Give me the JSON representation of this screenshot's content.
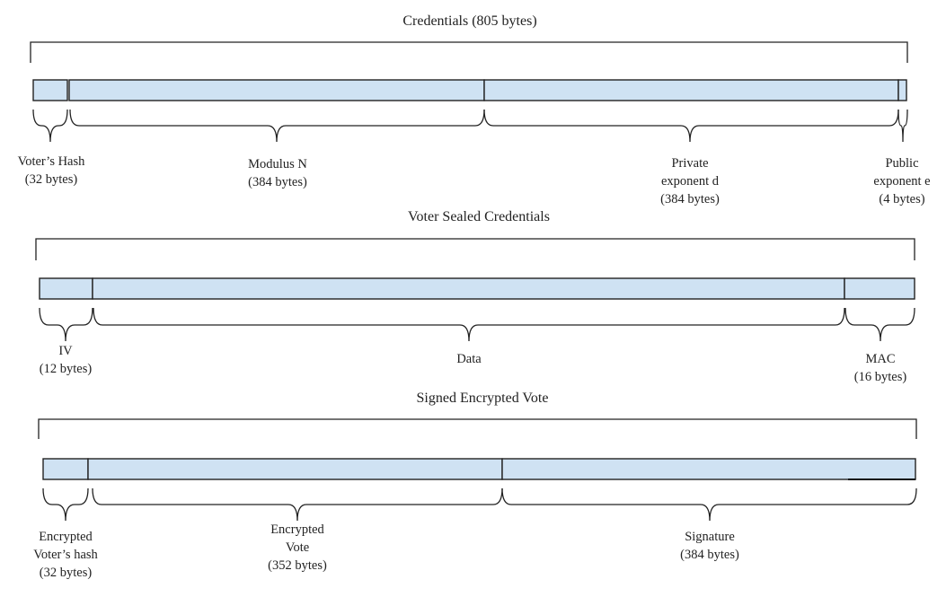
{
  "diagrams": [
    {
      "title": "Credentials (805 bytes)",
      "fields": [
        {
          "lines": [
            "Voter’s Hash",
            "(32 bytes)"
          ]
        },
        {
          "lines": [
            "Modulus N",
            "(384 bytes)"
          ]
        },
        {
          "lines": [
            "Private",
            "exponent d",
            "(384 bytes)"
          ]
        },
        {
          "lines": [
            "Public",
            "exponent e",
            "(4 bytes)"
          ]
        }
      ]
    },
    {
      "title": "Voter Sealed Credentials",
      "fields": [
        {
          "lines": [
            "IV",
            "(12 bytes)"
          ]
        },
        {
          "lines": [
            "Data"
          ]
        },
        {
          "lines": [
            "MAC",
            "(16 bytes)"
          ]
        }
      ]
    },
    {
      "title": "Signed Encrypted Vote",
      "fields": [
        {
          "lines": [
            "Encrypted",
            "Voter’s hash",
            "(32 bytes)"
          ]
        },
        {
          "lines": [
            "Encrypted",
            "Vote",
            "(352 bytes)"
          ]
        },
        {
          "lines": [
            "Signature",
            "(384 bytes)"
          ]
        }
      ]
    }
  ]
}
